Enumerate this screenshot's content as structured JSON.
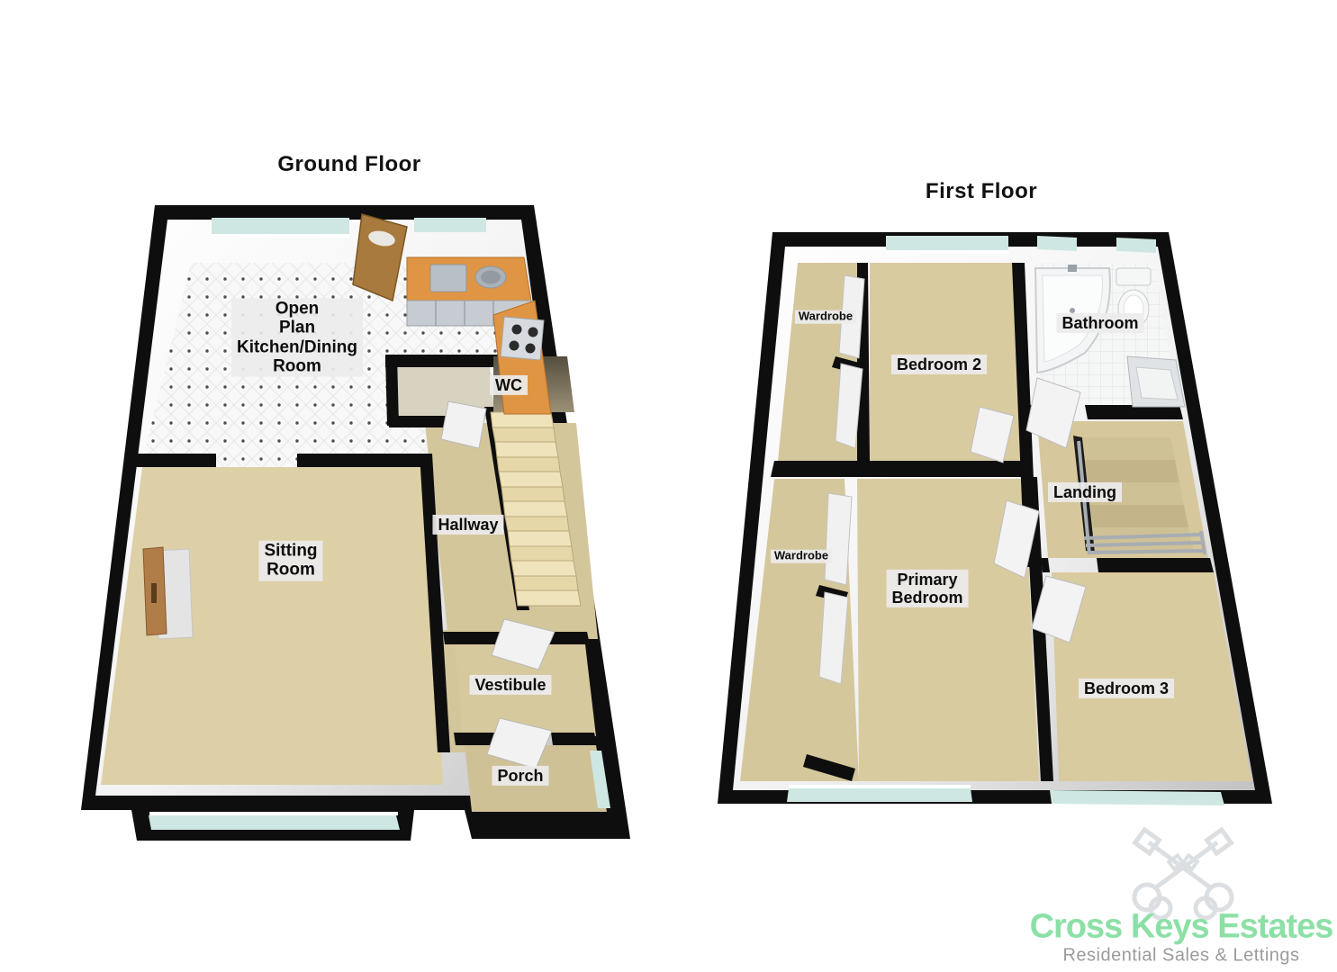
{
  "ground_floor": {
    "title": "Ground Floor",
    "rooms": [
      {
        "label": "Open\nPlan\nKitchen/Dining\nRoom"
      },
      {
        "label": "WC"
      },
      {
        "label": "Hallway"
      },
      {
        "label": "Sitting\nRoom"
      },
      {
        "label": "Vestibule"
      },
      {
        "label": "Porch"
      }
    ]
  },
  "first_floor": {
    "title": "First Floor",
    "rooms": [
      {
        "label": "Wardrobe"
      },
      {
        "label": "Bedroom 2"
      },
      {
        "label": "Bathroom"
      },
      {
        "label": "Landing"
      },
      {
        "label": "Wardrobe"
      },
      {
        "label": "Primary\nBedroom"
      },
      {
        "label": "Bedroom 3"
      }
    ]
  },
  "branding": {
    "agency_name": "Cross Keys Estates",
    "tagline": "Residential Sales & Lettings",
    "logo_icon": "crossed-keys-icon",
    "name_color": "#8ce0a6",
    "tagline_color": "#9b9b9b"
  },
  "palette": {
    "wall": "#0e0e0e",
    "carpet_beige": "#d9cba0",
    "stair_cream": "#eee1b6",
    "window_glass": "#cfe7e3",
    "counter_wood": "#df9543",
    "door_wood": "#a97a3e",
    "label_background": "#ececec"
  }
}
